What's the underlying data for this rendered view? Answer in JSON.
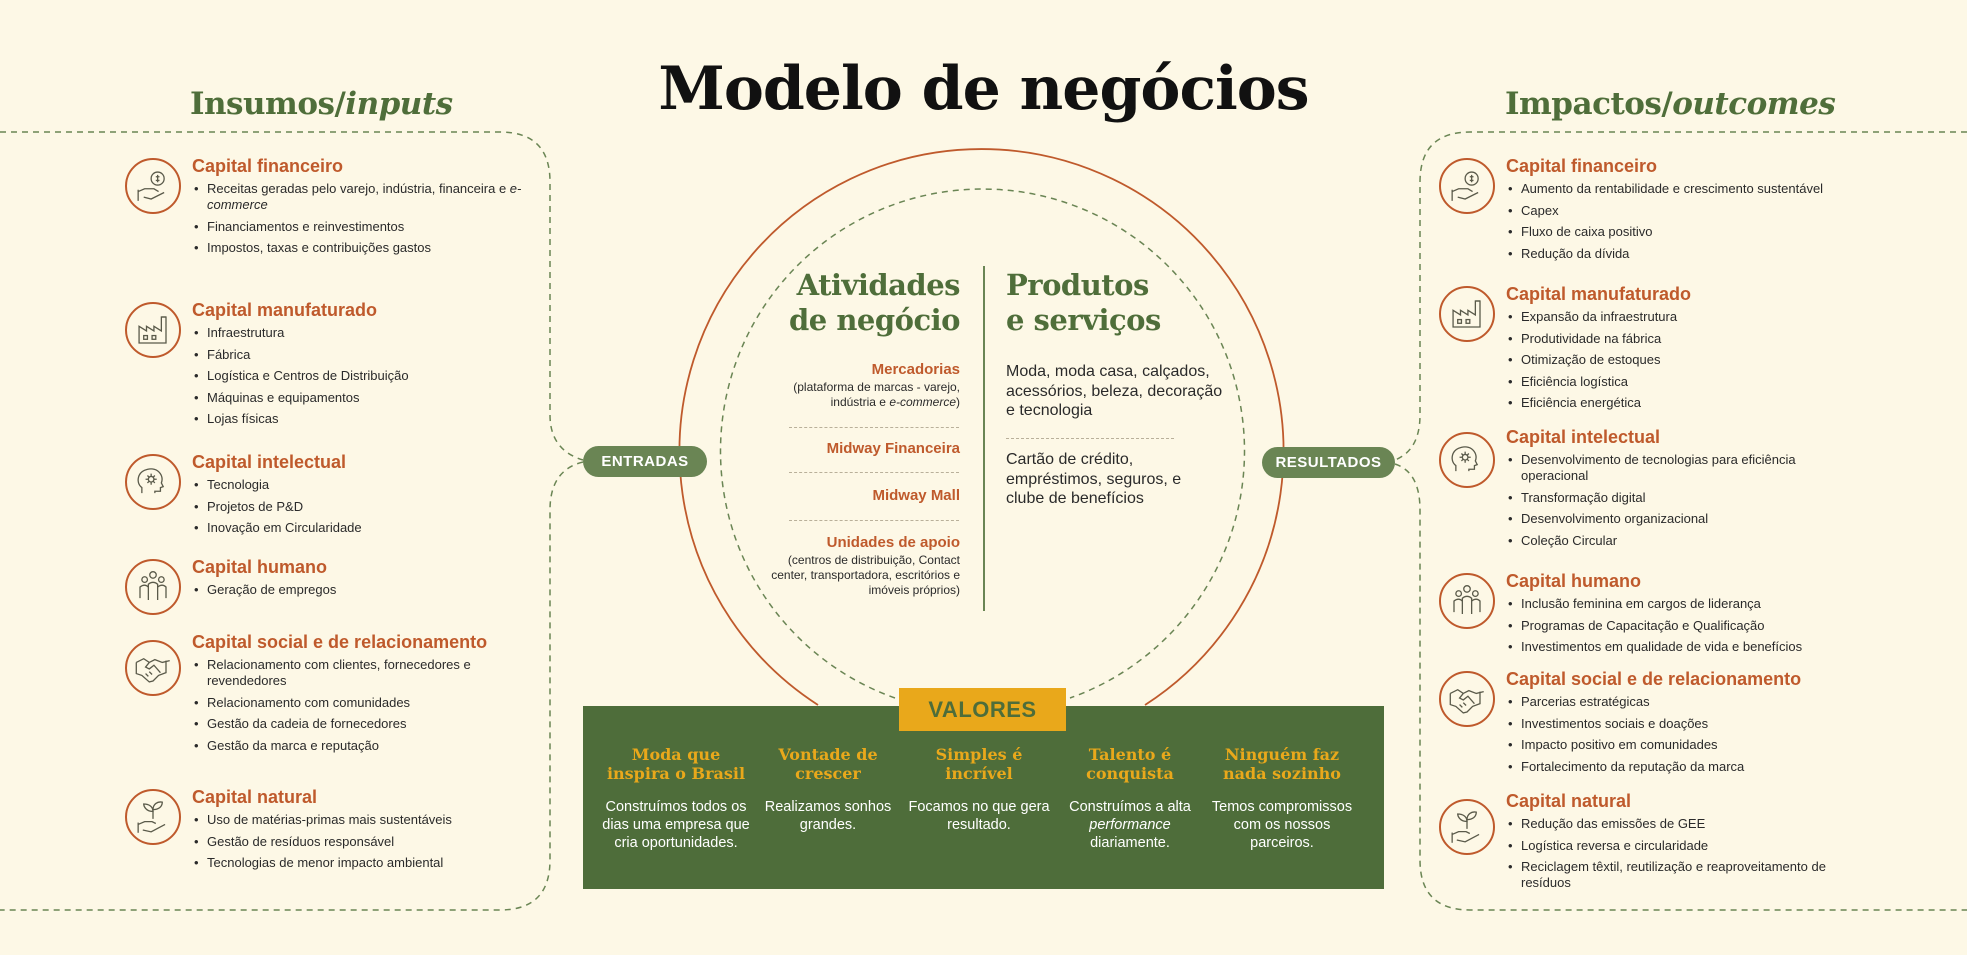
{
  "title": "Modelo de negócios",
  "inputs": {
    "title_main": "Insumos/",
    "title_italic": "inputs",
    "capitals": [
      {
        "title": "Capital financeiro",
        "icon": "money-hand-icon",
        "items": [
          "Receitas geradas pelo varejo, indústria, financeira e e-commerce",
          "Financiamentos e reinvestimentos",
          "Impostos, taxas e contribuições gastos"
        ]
      },
      {
        "title": "Capital manufaturado",
        "icon": "factory-icon",
        "items": [
          "Infraestrutura",
          "Fábrica",
          "Logística e Centros de Distribuição",
          "Máquinas e equipamentos",
          "Lojas físicas"
        ]
      },
      {
        "title": "Capital intelectual",
        "icon": "brain-head-icon",
        "items": [
          "Tecnologia",
          "Projetos de P&D",
          "Inovação em Circularidade"
        ]
      },
      {
        "title": "Capital humano",
        "icon": "people-group-icon",
        "items": [
          "Geração de empregos"
        ]
      },
      {
        "title": "Capital social e de relacionamento",
        "icon": "handshake-icon",
        "items": [
          "Relacionamento com clientes, fornecedores e revendedores",
          "Relacionamento com comunidades",
          "Gestão da cadeia de fornecedores",
          "Gestão da marca e reputação"
        ]
      },
      {
        "title": "Capital natural",
        "icon": "plant-hand-icon",
        "items": [
          "Uso de matérias-primas mais sustentáveis",
          "Gestão de resíduos responsável",
          "Tecnologias de menor impacto ambiental"
        ]
      }
    ]
  },
  "outcomes": {
    "title_main": "Impactos/",
    "title_italic": "outcomes",
    "capitals": [
      {
        "title": "Capital financeiro",
        "icon": "money-hand-icon",
        "items": [
          "Aumento da rentabilidade e crescimento sustentável",
          "Capex",
          "Fluxo de caixa positivo",
          "Redução da dívida"
        ]
      },
      {
        "title": "Capital manufaturado",
        "icon": "factory-icon",
        "items": [
          "Expansão da infraestrutura",
          "Produtividade na fábrica",
          "Otimização de estoques",
          "Eficiência logística",
          "Eficiência energética"
        ]
      },
      {
        "title": "Capital intelectual",
        "icon": "brain-head-icon",
        "items": [
          "Desenvolvimento de tecnologias para eficiência operacional",
          "Transformação digital",
          "Desenvolvimento organizacional",
          "Coleção Circular"
        ]
      },
      {
        "title": "Capital humano",
        "icon": "people-group-icon",
        "items": [
          "Inclusão feminina em cargos de liderança",
          "Programas de Capacitação e Qualificação",
          "Investimentos em qualidade de vida e benefícios"
        ]
      },
      {
        "title": "Capital social e de relacionamento",
        "icon": "handshake-icon",
        "items": [
          "Parcerias estratégicas",
          "Investimentos sociais e doações",
          "Impacto positivo em comunidades",
          "Fortalecimento da reputação da marca"
        ]
      },
      {
        "title": "Capital natural",
        "icon": "plant-hand-icon",
        "items": [
          "Redução das emissões de GEE",
          "Logística reversa e circularidade",
          "Reciclagem têxtil, reutilização e reaproveitamento de resíduos"
        ]
      }
    ]
  },
  "entradas": "ENTRADAS",
  "resultados": "RESULTADOS",
  "activities": {
    "title_line1": "Atividades",
    "title_line2": "de negócio",
    "items": [
      {
        "name": "Mercadorias",
        "desc_pre": "(plataforma de marcas - varejo, indústria e ",
        "desc_em": "e-commerce",
        "desc_post": ")"
      },
      {
        "name": "Midway Financeira"
      },
      {
        "name": "Midway Mall"
      },
      {
        "name": "Unidades de apoio",
        "desc_pre": "(centros de distribuição, Contact center, transportadora, escritórios e imóveis próprios)"
      }
    ]
  },
  "products": {
    "title_line1": "Produtos",
    "title_line2": "e serviços",
    "text1": "Moda, moda casa, calçados, acessórios, beleza, decoração e tecnologia",
    "text2": "Cartão de crédito, empréstimos, seguros, e clube de benefícios"
  },
  "values": {
    "label": "VALORES",
    "items": [
      {
        "title": "Moda que inspira o Brasil",
        "desc": "Construímos todos os dias uma empresa que cria oportunidades."
      },
      {
        "title": "Vontade de crescer",
        "desc": "Realizamos sonhos grandes."
      },
      {
        "title": "Simples é incrível",
        "desc": "Focamos no que gera resultado."
      },
      {
        "title": "Talento é conquista",
        "desc_pre": "Construímos a alta ",
        "desc_em": "performance",
        "desc_post": " diariamente."
      },
      {
        "title": "Ninguém faz nada sozinho",
        "desc": "Temos compromissos com os nossos parceiros."
      }
    ]
  },
  "colors": {
    "background": "#fdf8e6",
    "accent_orange": "#bf5a2c",
    "green": "#4e6d3a",
    "green_light": "#6a8554",
    "gold": "#e9a81b"
  }
}
